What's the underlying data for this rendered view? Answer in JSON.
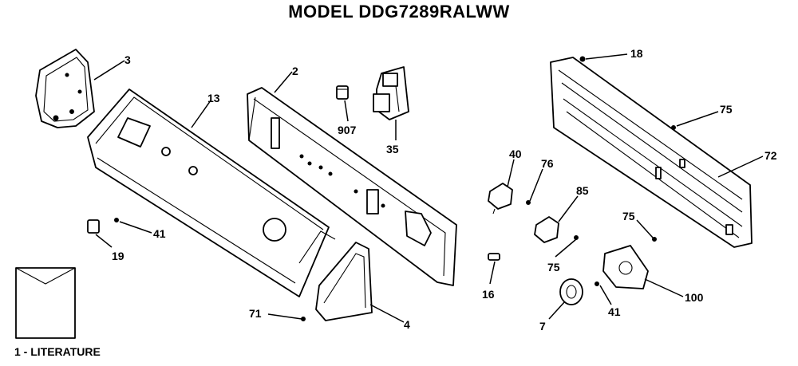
{
  "title": "MODEL DDG7289RALWW",
  "literature": "1 - LITERATURE",
  "callouts": {
    "c1": "3",
    "c2": "2",
    "c3": "13",
    "c4": "907",
    "c5": "35",
    "c6": "18",
    "c7": "75",
    "c8": "72",
    "c9": "40",
    "c10": "76",
    "c11": "85",
    "c12": "75",
    "c13": "75",
    "c14": "41",
    "c15": "19",
    "c16": "16",
    "c17": "71",
    "c18": "4",
    "c19": "7",
    "c20": "41",
    "c21": "100"
  }
}
